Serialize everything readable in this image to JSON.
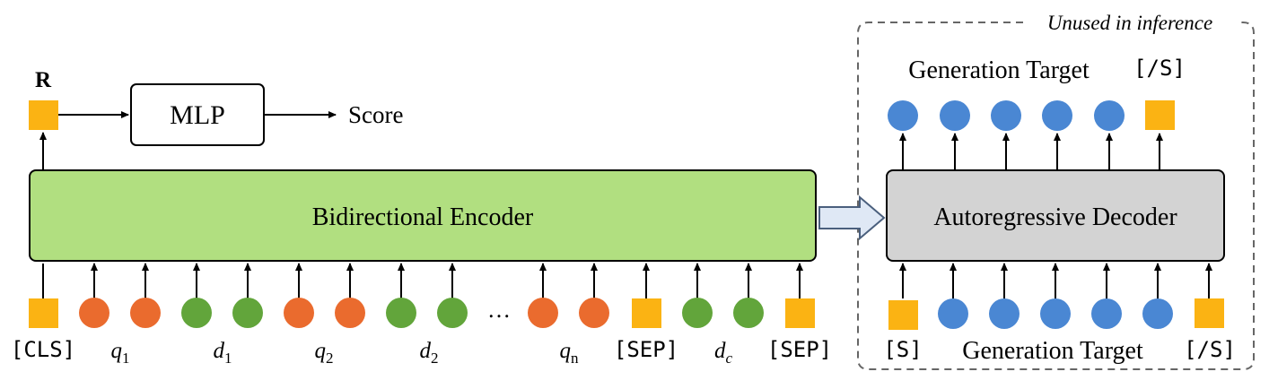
{
  "colors": {
    "encoder_fill": "#b1df80",
    "decoder_fill": "#d3d3d3",
    "token_orange": "#ea6b2e",
    "token_green": "#62a53b",
    "token_blue": "#4a87d3",
    "special_token": "#fbb313",
    "arrow_fill": "#dfe8f5",
    "arrow_stroke": "#4a5f7d"
  },
  "encoder": {
    "label": "Bidirectional Encoder"
  },
  "decoder": {
    "label": "Autoregressive Decoder",
    "panel_title": "Unused in inference"
  },
  "head": {
    "r_label": "R",
    "mlp_label": "MLP",
    "score_label": "Score"
  },
  "input_labels": {
    "cls": "[CLS]",
    "q1_base": "q",
    "q1_sub": "1",
    "d1_base": "d",
    "d1_sub": "1",
    "q2_base": "q",
    "q2_sub": "2",
    "d2_base": "d",
    "d2_sub": "2",
    "ellipsis": "…",
    "qn_base": "q",
    "qn_sub": "n",
    "sep1": "[SEP]",
    "dc_base": "d",
    "dc_sub": "c",
    "sep2": "[SEP]"
  },
  "decoder_labels": {
    "start_token": "[S]",
    "input_text": "Generation Target",
    "end_token_input": "[/S]",
    "output_text": "Generation Target",
    "end_token_output": "[/S]"
  }
}
